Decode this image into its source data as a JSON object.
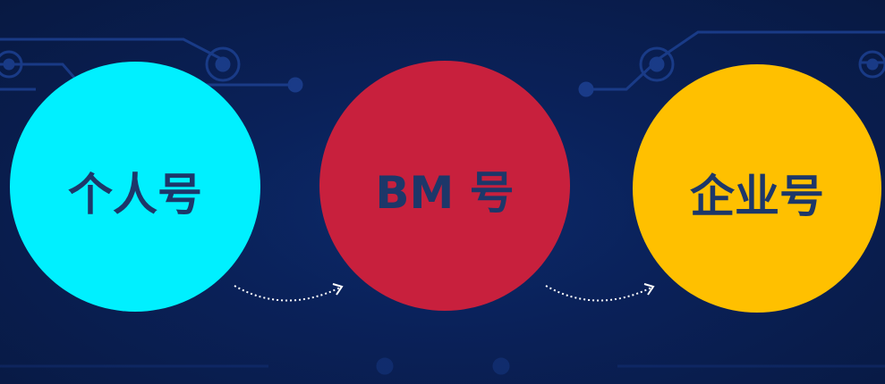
{
  "nodes": [
    {
      "label": "个人号",
      "color": "#00f0ff"
    },
    {
      "label": "BM 号",
      "color": "#c8203d"
    },
    {
      "label": "企业号",
      "color": "#ffc000"
    }
  ],
  "colors": {
    "background": "#0b1e4f",
    "circuit": "#1c3f8e",
    "label_text": "#1d3769",
    "arrow": "#ffffff"
  },
  "icons": [
    "dotted-arrow-icon",
    "dotted-arrow-icon"
  ]
}
